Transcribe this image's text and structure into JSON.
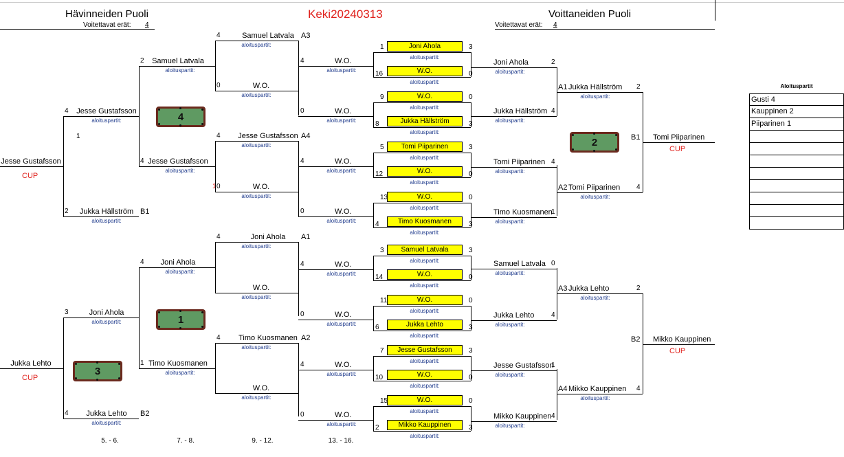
{
  "header": {
    "title": "Keki20240313",
    "left": "Hävinneiden Puoli",
    "right": "Voittaneiden Puoli",
    "voitettavat_label": "Voitettavat erät:",
    "voitettavat_value": "4"
  },
  "labels": {
    "aloituspartit": "aloituspartit:",
    "cup": "CUP",
    "wo": "W.O."
  },
  "colors": {
    "title": "#e0201b",
    "sub": "#1f3b8c",
    "match_box": "#ffff00",
    "table_felt": "#5f9a62",
    "table_rail": "#6b2a1e"
  },
  "center": [
    {
      "top_seed": "1",
      "top_name": "Joni Ahola",
      "top_score": "3",
      "bot_seed": "16",
      "bot_name": "W.O.",
      "bot_score": "0",
      "win_name": "Joni Ahola",
      "win_score": "2"
    },
    {
      "top_seed": "9",
      "top_name": "W.O.",
      "top_score": "0",
      "bot_seed": "8",
      "bot_name": "Jukka Hällström",
      "bot_score": "3",
      "win_name": "Jukka Hällström",
      "win_score": "4"
    },
    {
      "top_seed": "5",
      "top_name": "Tomi Piiparinen",
      "top_score": "3",
      "bot_seed": "12",
      "bot_name": "W.O.",
      "bot_score": "0",
      "win_name": "Tomi Piiparinen",
      "win_score": "4"
    },
    {
      "top_seed": "13",
      "top_name": "W.O.",
      "top_score": "0",
      "bot_seed": "4",
      "bot_name": "Timo Kuosmanen",
      "bot_score": "3",
      "win_name": "Timo Kuosmanen",
      "win_score": "1"
    },
    {
      "top_seed": "3",
      "top_name": "Samuel Latvala",
      "top_score": "3",
      "bot_seed": "14",
      "bot_name": "W.O.",
      "bot_score": "0",
      "win_name": "Samuel Latvala",
      "win_score": "0"
    },
    {
      "top_seed": "11",
      "top_name": "W.O.",
      "top_score": "0",
      "bot_seed": "6",
      "bot_name": "Jukka Lehto",
      "bot_score": "3",
      "win_name": "Jukka Lehto",
      "win_score": "4"
    },
    {
      "top_seed": "7",
      "top_name": "Jesse Gustafsson",
      "top_score": "3",
      "bot_seed": "10",
      "bot_name": "W.O.",
      "bot_score": "0",
      "win_name": "Jesse Gustafsson",
      "win_score": "1"
    },
    {
      "top_seed": "15",
      "top_name": "W.O.",
      "top_score": "0",
      "bot_seed": "2",
      "bot_name": "Mikko Kauppinen",
      "bot_score": "3",
      "win_name": "Mikko Kauppinen",
      "win_score": "4"
    }
  ],
  "winners_r2": [
    {
      "code": "A1",
      "name": "Jukka Hällström",
      "score": "2"
    },
    {
      "code": "A2",
      "name": "Tomi Piiparinen",
      "score": "4"
    },
    {
      "code": "A3",
      "name": "Jukka Lehto",
      "score": "2"
    },
    {
      "code": "A4",
      "name": "Mikko Kauppinen",
      "score": "4"
    }
  ],
  "winners_final": [
    {
      "code": "B1",
      "name": "Tomi Piiparinen"
    },
    {
      "code": "B2",
      "name": "Mikko Kauppinen"
    }
  ],
  "losers_r1": [
    {
      "score": "4",
      "name": "W.O."
    },
    {
      "score": "0",
      "name": "W.O."
    },
    {
      "score": "4",
      "name": "W.O."
    },
    {
      "score": "0",
      "name": "W.O."
    },
    {
      "score": "4",
      "name": "W.O."
    },
    {
      "score": "0",
      "name": "W.O."
    },
    {
      "score": "4",
      "name": "W.O."
    },
    {
      "score": "0",
      "name": "W.O."
    }
  ],
  "losers_r2": [
    {
      "score": "4",
      "name": "Samuel Latvala",
      "code": "A3"
    },
    {
      "score": "0",
      "name": "W.O.",
      "code": ""
    },
    {
      "score": "4",
      "name": "Jesse Gustafsson",
      "code": "A4"
    },
    {
      "score": "0",
      "name": "W.O.",
      "code": ""
    },
    {
      "score": "4",
      "name": "Joni Ahola",
      "code": "A1"
    },
    {
      "score": "",
      "name": "W.O.",
      "code": ""
    },
    {
      "score": "4",
      "name": "Timo Kuosmanen",
      "code": "A2"
    },
    {
      "score": "",
      "name": "W.O.",
      "code": ""
    }
  ],
  "red_mark": "1",
  "losers_r3": [
    {
      "score": "2",
      "name": "Samuel Latvala"
    },
    {
      "score": "4",
      "name": "Jesse Gustafsson"
    },
    {
      "score": "4",
      "name": "Joni Ahola"
    },
    {
      "score": "1",
      "name": "Timo Kuosmanen"
    }
  ],
  "losers_r4": [
    {
      "score": "4",
      "name": "Jesse Gustafsson",
      "code": ""
    },
    {
      "score": "2",
      "name": "Jukka Hällström",
      "code": "B1"
    },
    {
      "score": "3",
      "name": "Joni Ahola",
      "code": ""
    },
    {
      "score": "4",
      "name": "Jukka Lehto",
      "code": "B2"
    }
  ],
  "extra_one": "1",
  "losers_final": [
    {
      "name": "Jesse Gustafsson"
    },
    {
      "name": "Jukka Lehto"
    }
  ],
  "tables": {
    "t4": "4",
    "t1": "1",
    "t3": "3",
    "t2": "2"
  },
  "rounds": [
    "5. - 6.",
    "7. - 8.",
    "9. - 12.",
    "13. - 16."
  ],
  "aloituspartit_panel": {
    "title": "Aloituspartit",
    "rows": [
      "Gusti 4",
      "Kauppinen 2",
      "Piiparinen 1",
      "",
      "",
      "",
      "",
      "",
      "",
      "",
      ""
    ]
  }
}
